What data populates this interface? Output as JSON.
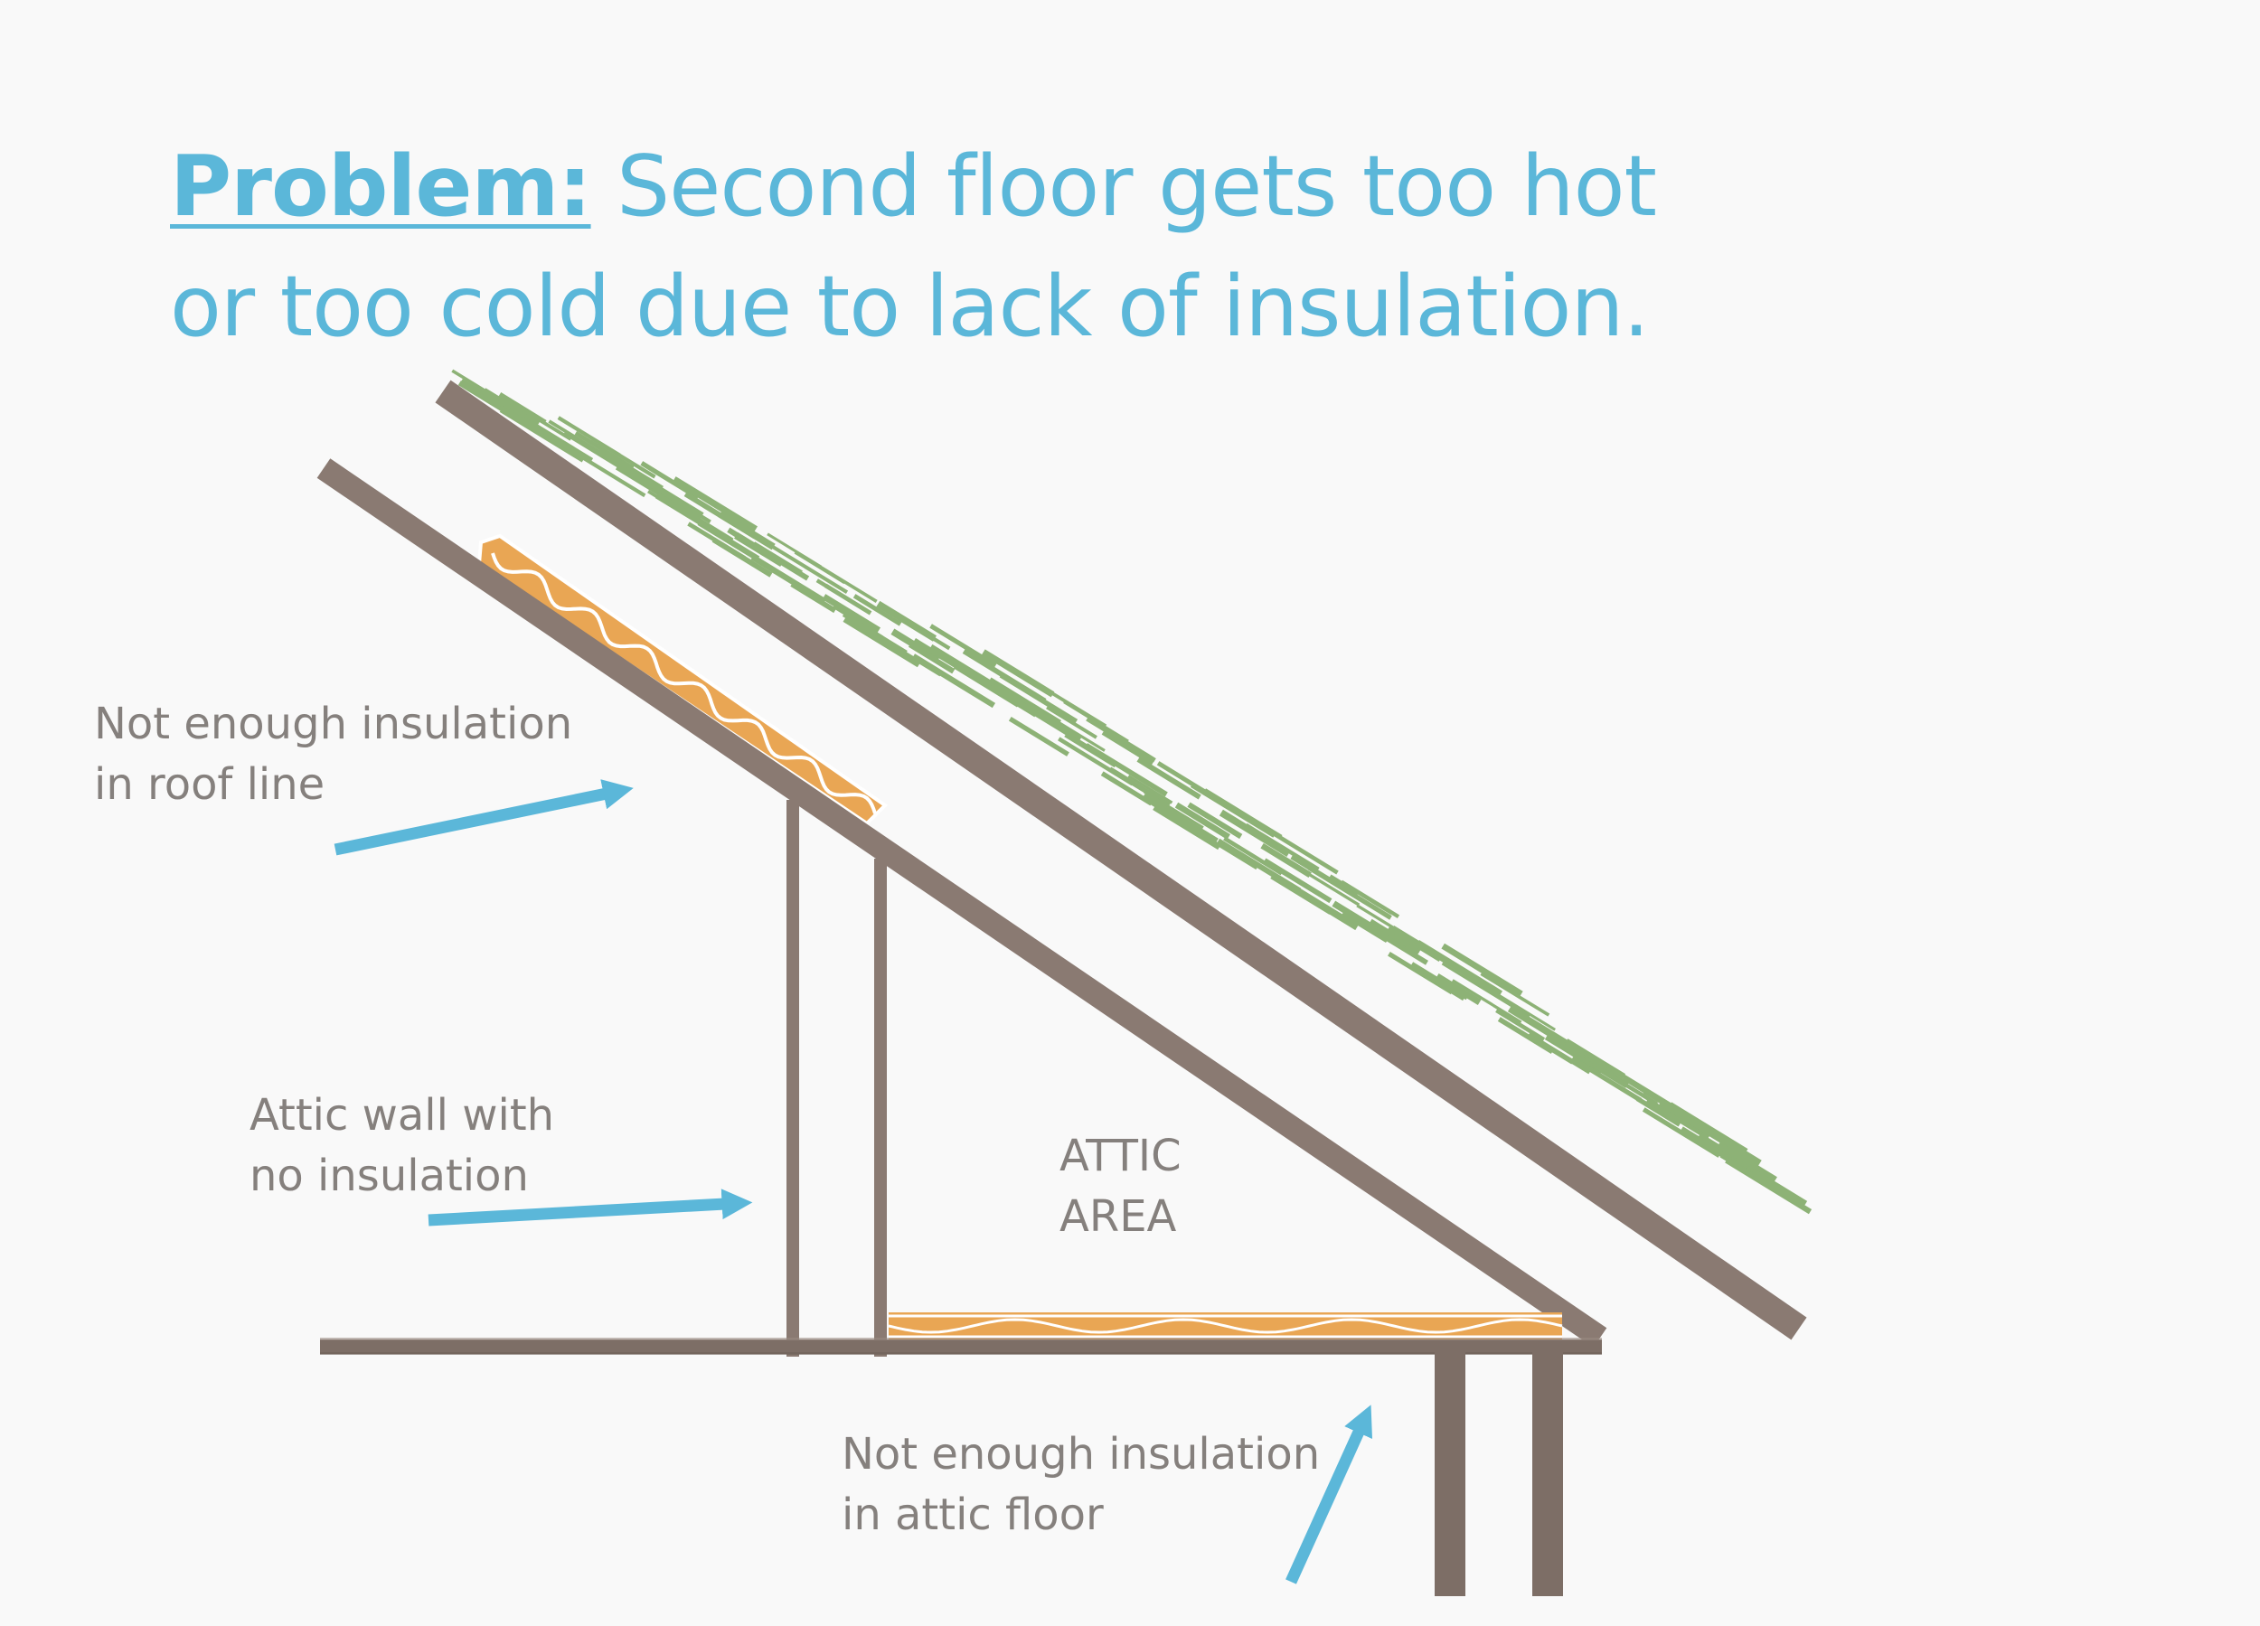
{
  "headline": {
    "lead": "Problem:",
    "line1": " Second floor gets too hot",
    "line2": "or too cold due to lack of insulation."
  },
  "labels": {
    "roof_line": [
      "Not enough insulation",
      "in roof line"
    ],
    "attic_wall": [
      "Attic wall with",
      "no insulation"
    ],
    "attic_floor": [
      "Not enough insulation",
      "in attic floor"
    ],
    "attic_area": [
      "ATTIC",
      "AREA"
    ]
  },
  "colors": {
    "background": "#f9f9f9",
    "accent_blue": "#5bb7d9",
    "framing_brown": "#8a7a72",
    "shingle_green": "#8db276",
    "insulation_orange": "#e9a654",
    "label_gray": "#85807d"
  }
}
